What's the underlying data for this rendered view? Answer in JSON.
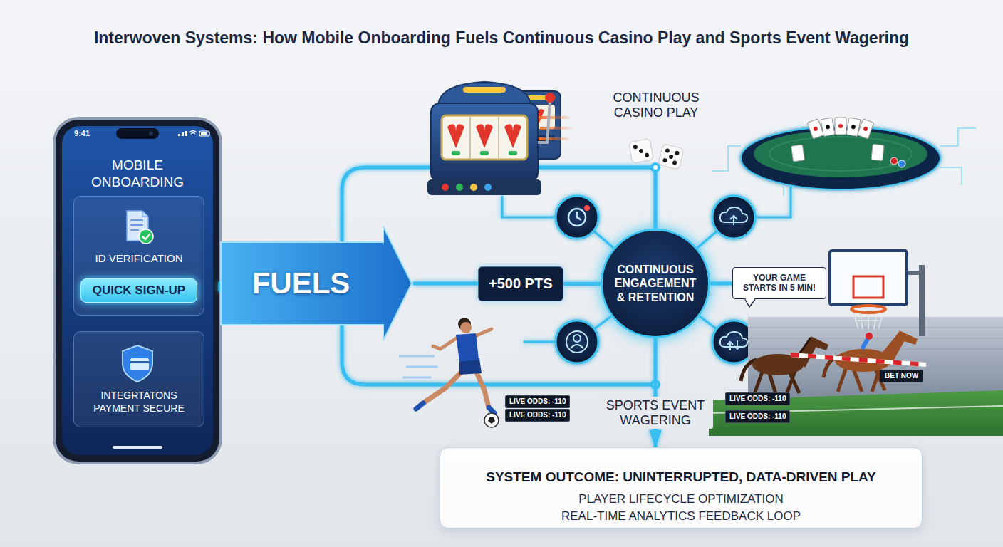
{
  "diagram": {
    "title": "Interwoven Systems: How Mobile Onboarding Fuels Continuous Casino Play and Sports Event Wagering",
    "nodes": [
      {
        "text": [
          "MOBILE ONBOARDING"
        ]
      },
      {
        "text": [
          "ID VERIFICATION"
        ],
        "in": 0
      },
      {
        "text": [
          "QUICK SIGN-UP"
        ],
        "in": 1
      },
      {
        "text": [
          "INTEGRTATONS PAYMENT SECURE"
        ],
        "in": 0
      },
      {
        "text": [
          "FUELS"
        ]
      },
      {
        "text": [
          "+500 PTS"
        ]
      },
      {
        "text": [
          "CONTINUOUS ENGAGEMENT & RETENTION"
        ]
      },
      {
        "text": [
          "YOUR GAME STARTS IN 5 MIN!"
        ]
      },
      {
        "text": [
          "LIVE ODDS: -110"
        ]
      },
      {
        "text": [
          "LIVE ODDS: -110"
        ]
      },
      {
        "text": [
          "LIVE ODDS: -110"
        ]
      },
      {
        "text": [
          "LIVE ODDS: -110"
        ]
      },
      {
        "text": [
          "BET NOW"
        ]
      },
      {
        "text": [
          "SYSTEM OUTCOME: UNINTERRUPTED, DATA-DRIVEN PLAY",
          "PLAYER LIFECYCLE OPTIMIZATION",
          "REAL-TIME ANALYTICS FEEDBACK LOOP"
        ]
      }
    ],
    "edges": [
      {
        "from": 0,
        "to": 4,
        "arrow": "none"
      },
      {
        "from": 4,
        "to": 5,
        "arrow": "none"
      },
      {
        "from": 5,
        "to": 6,
        "arrow": "none"
      },
      {
        "from": 6,
        "to": 7,
        "arrow": "none"
      },
      {
        "from": 6,
        "to": 13,
        "arrow": "to"
      }
    ],
    "labels": [
      "9:41",
      "CONTINUOUS CASINO PLAY",
      "SPORTS EVENT WAGERING"
    ]
  }
}
